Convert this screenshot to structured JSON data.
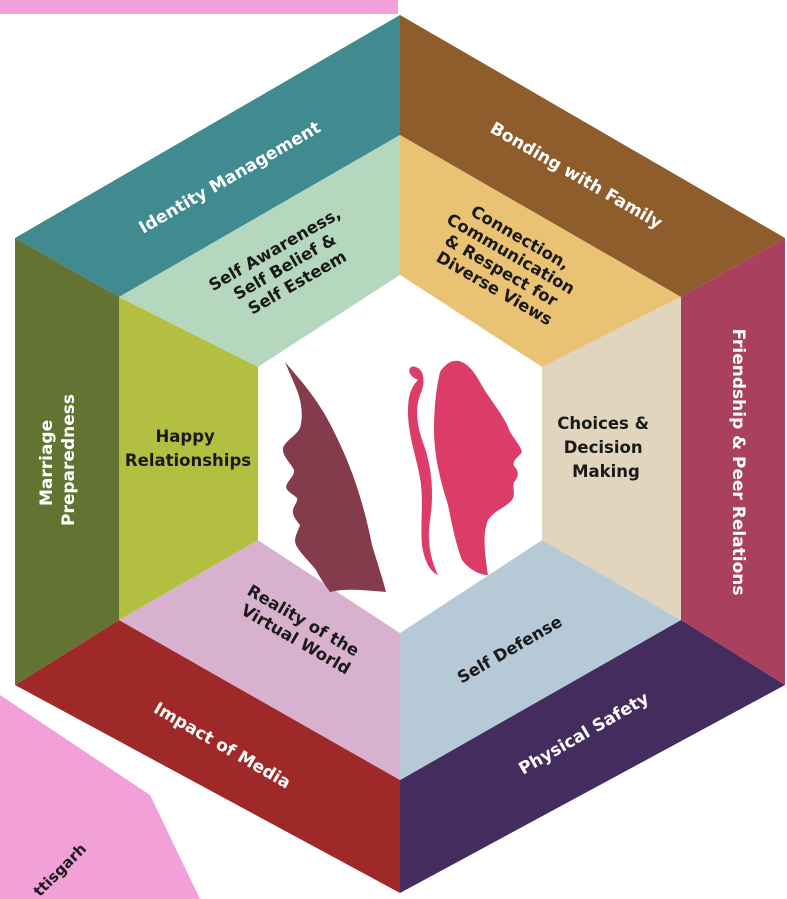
{
  "colors": {
    "background": "#ffffff",
    "pink_accent": "#f2a0d8",
    "outer_text": "#ffffff",
    "inner_text": "#1a1a1a"
  },
  "outer_segments": [
    {
      "id": "identity-management",
      "label": "Identity Management",
      "color": "#3f8b90"
    },
    {
      "id": "bonding-with-family",
      "label": "Bonding with Family",
      "color": "#8e5d2b"
    },
    {
      "id": "friendship-peer-relations",
      "label": "Friendship & Peer Relations",
      "color": "#a8405e"
    },
    {
      "id": "physical-safety",
      "label": "Physical Safety",
      "color": "#452c5e"
    },
    {
      "id": "impact-of-media",
      "label": "Impact of Media",
      "color": "#9f2828"
    },
    {
      "id": "marriage-preparedness",
      "label": "Marriage Preparedness",
      "lines": [
        "Marriage",
        "Preparedness"
      ],
      "color": "#647332"
    }
  ],
  "inner_segments": [
    {
      "id": "self-awareness",
      "lines": [
        "Self Awareness,",
        "Self Belief &",
        "Self Esteem"
      ],
      "color": "#b5d7bd"
    },
    {
      "id": "connection-communication",
      "lines": [
        "Connection,",
        "Communication",
        "& Respect for",
        "Diverse Views"
      ],
      "color": "#e9c274"
    },
    {
      "id": "choices-decision-making",
      "lines": [
        "Choices &",
        "Decision",
        "Making"
      ],
      "color": "#e1d6bd"
    },
    {
      "id": "self-defense",
      "lines": [
        "Self Defense"
      ],
      "color": "#b5cad6"
    },
    {
      "id": "reality-virtual-world",
      "lines": [
        "Reality of the",
        "Virtual World"
      ],
      "color": "#d8b1cf"
    },
    {
      "id": "happy-relationships",
      "lines": [
        "Happy",
        "Relationships"
      ],
      "color": "#b3bf41"
    }
  ],
  "center": {
    "face_left_color": "#843b4c",
    "face_right_color": "#db3d68"
  },
  "corner_text": "ttisgarh"
}
